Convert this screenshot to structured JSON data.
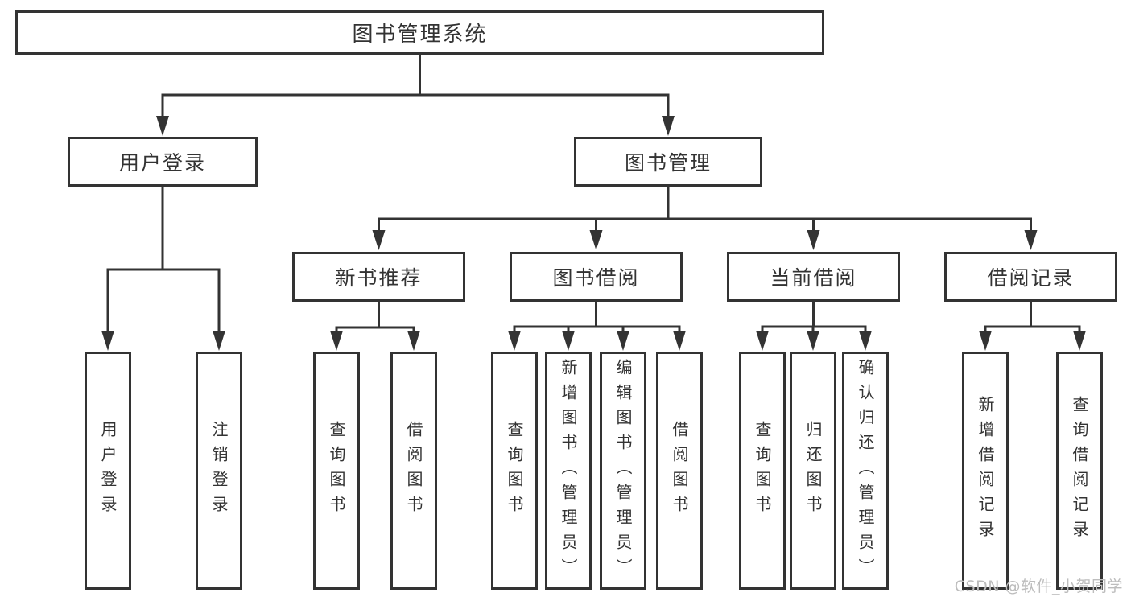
{
  "nodes": {
    "root": "图书管理系统",
    "level2": [
      "用户登录",
      "图书管理"
    ],
    "level3": [
      "新书推荐",
      "图书借阅",
      "当前借阅",
      "借阅记录"
    ],
    "leaves": [
      "用户登录",
      "注销登录",
      "查询图书",
      "借阅图书",
      "查询图书",
      "新增图书（管理员）",
      "编辑图书（管理员）",
      "借阅图书",
      "查询图书",
      "归还图书",
      "确认归还（管理员）",
      "新增借阅记录",
      "查询借阅记录"
    ]
  },
  "watermark": "CSDN @软件_小贺同学",
  "colors": {
    "line": "#333333",
    "text": "#333333",
    "background": "#ffffff",
    "watermark_text": "#bdbdbd"
  }
}
